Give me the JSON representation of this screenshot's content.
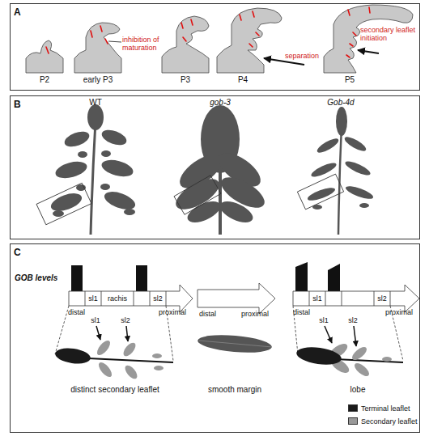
{
  "diagram": {
    "nodes": [
      {
        "text": [
          "A"
        ]
      },
      {
        "text": [
          "B"
        ]
      },
      {
        "text": [
          "C"
        ]
      }
    ],
    "labels": [
      "P2",
      "early P3",
      "P3",
      "P4",
      "P5",
      "inhibition of maturation",
      "separation",
      "secondary leaflet initiation",
      "WT",
      "gob-3",
      "Gob-4d",
      "GOB levels",
      "sl1",
      "rachis",
      "sl2",
      "distal",
      "proximal",
      "sl1",
      "sl2",
      "distinct secondary leaflet",
      "distal",
      "proximal",
      "smooth margin",
      "sl1",
      "sl2",
      "distal",
      "proximal",
      "sl1",
      "sl2",
      "lobe"
    ],
    "legend": [
      {
        "text": "Terminal leaflet",
        "color": "#1a1a1a"
      },
      {
        "text": "Secondary leaflet",
        "color": "#999999"
      }
    ]
  }
}
